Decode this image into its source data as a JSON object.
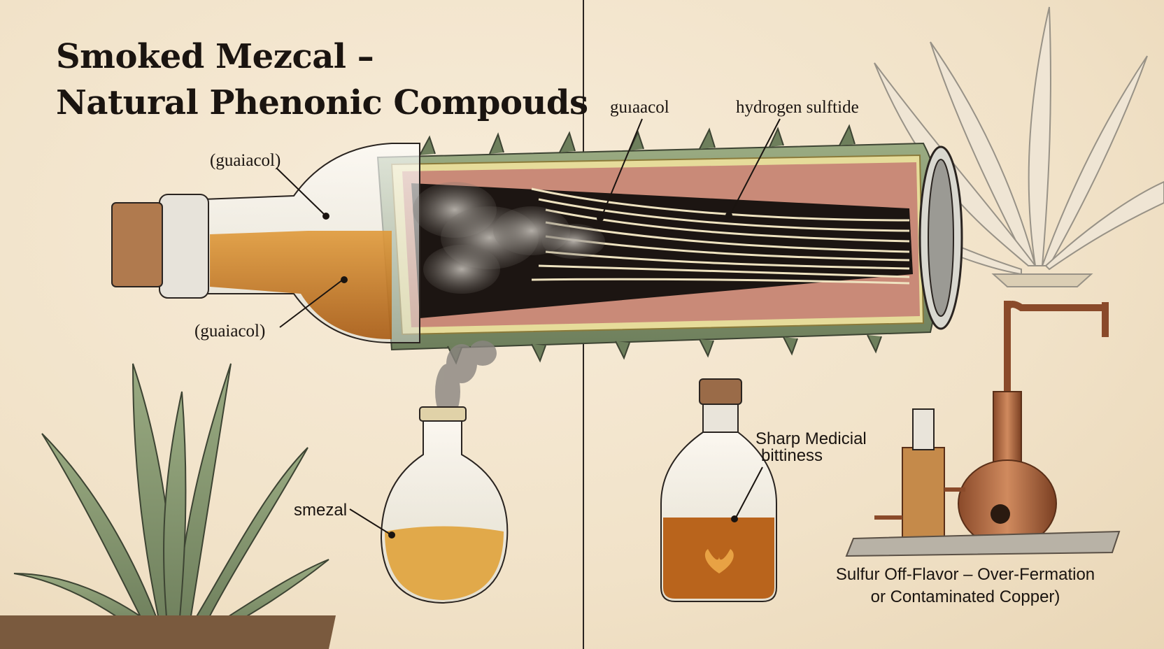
{
  "title": {
    "line1": "Smoked Mezcal –",
    "line2": "Natural Phenonic Compouds"
  },
  "labels": {
    "guaiacol_top": "(guaiacol)",
    "guaiacol_bottom": "(guaiacol)",
    "guaiacol_plain": "guıaacol",
    "hydrogen_sulfide": "hydrogen sulftide",
    "smezal": "smezal",
    "sharp_medicial_line1": "Sharp Medicial",
    "sharp_medicial_line2": "bittiness"
  },
  "caption": {
    "line1": "Sulfur Off-Flavor – Over-Fermation",
    "line2": "or Contaminated Copper)"
  },
  "colors": {
    "parchment": "#f3e7d2",
    "agave_green": "#8fa079",
    "mezcal_amber": "#c97a22",
    "copper": "#b5683f",
    "smoke_gray": "#8a8580",
    "ink": "#1a1410"
  }
}
